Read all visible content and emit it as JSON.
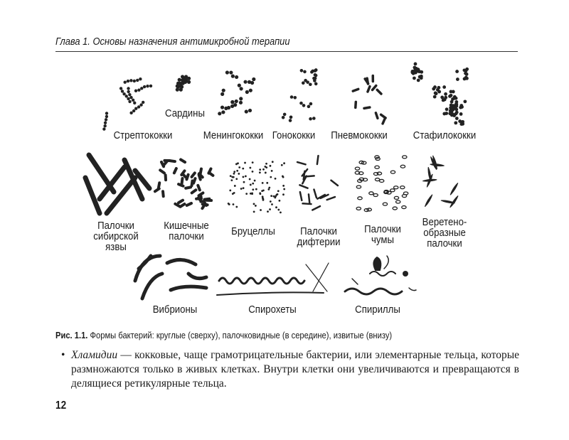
{
  "header": {
    "running_title": "Глава 1. Основы назначения антимикробной терапии"
  },
  "figure": {
    "labels": {
      "sardines": "Сардины",
      "streptococci": "Стрептококки",
      "meningococci": "Менингококки",
      "gonococci": "Гонококки",
      "pneumococci": "Пневмококки",
      "staphylococci": "Стафилококки",
      "anthrax": "Палочки\nсибирской\nязвы",
      "ecoli": "Кишечные\nпалочки",
      "brucella": "Бруцеллы",
      "diphtheria": "Палочки\nдифтерии",
      "plague": "Палочки\nчумы",
      "fusiform": "Веретено-\nобразные\nпалочки",
      "vibrio": "Вибрионы",
      "spirochete": "Спирохеты",
      "spirilla": "Спириллы"
    },
    "caption_num": "Рис. 1.1.",
    "caption_text": "Формы бактерий: круглые (сверху), палочковидные (в середине), извитые (внизу)"
  },
  "body": {
    "bullet": "•",
    "term": "Хламидии",
    "text": " — кокковые, чаще грамотрицательные бактерии, или элементарные тельца, которые размножаются только в живых клетках. Внутри клетки они увеличиваются и превращаются в делящиеся ретикулярные тельца."
  },
  "page_number": "12"
}
